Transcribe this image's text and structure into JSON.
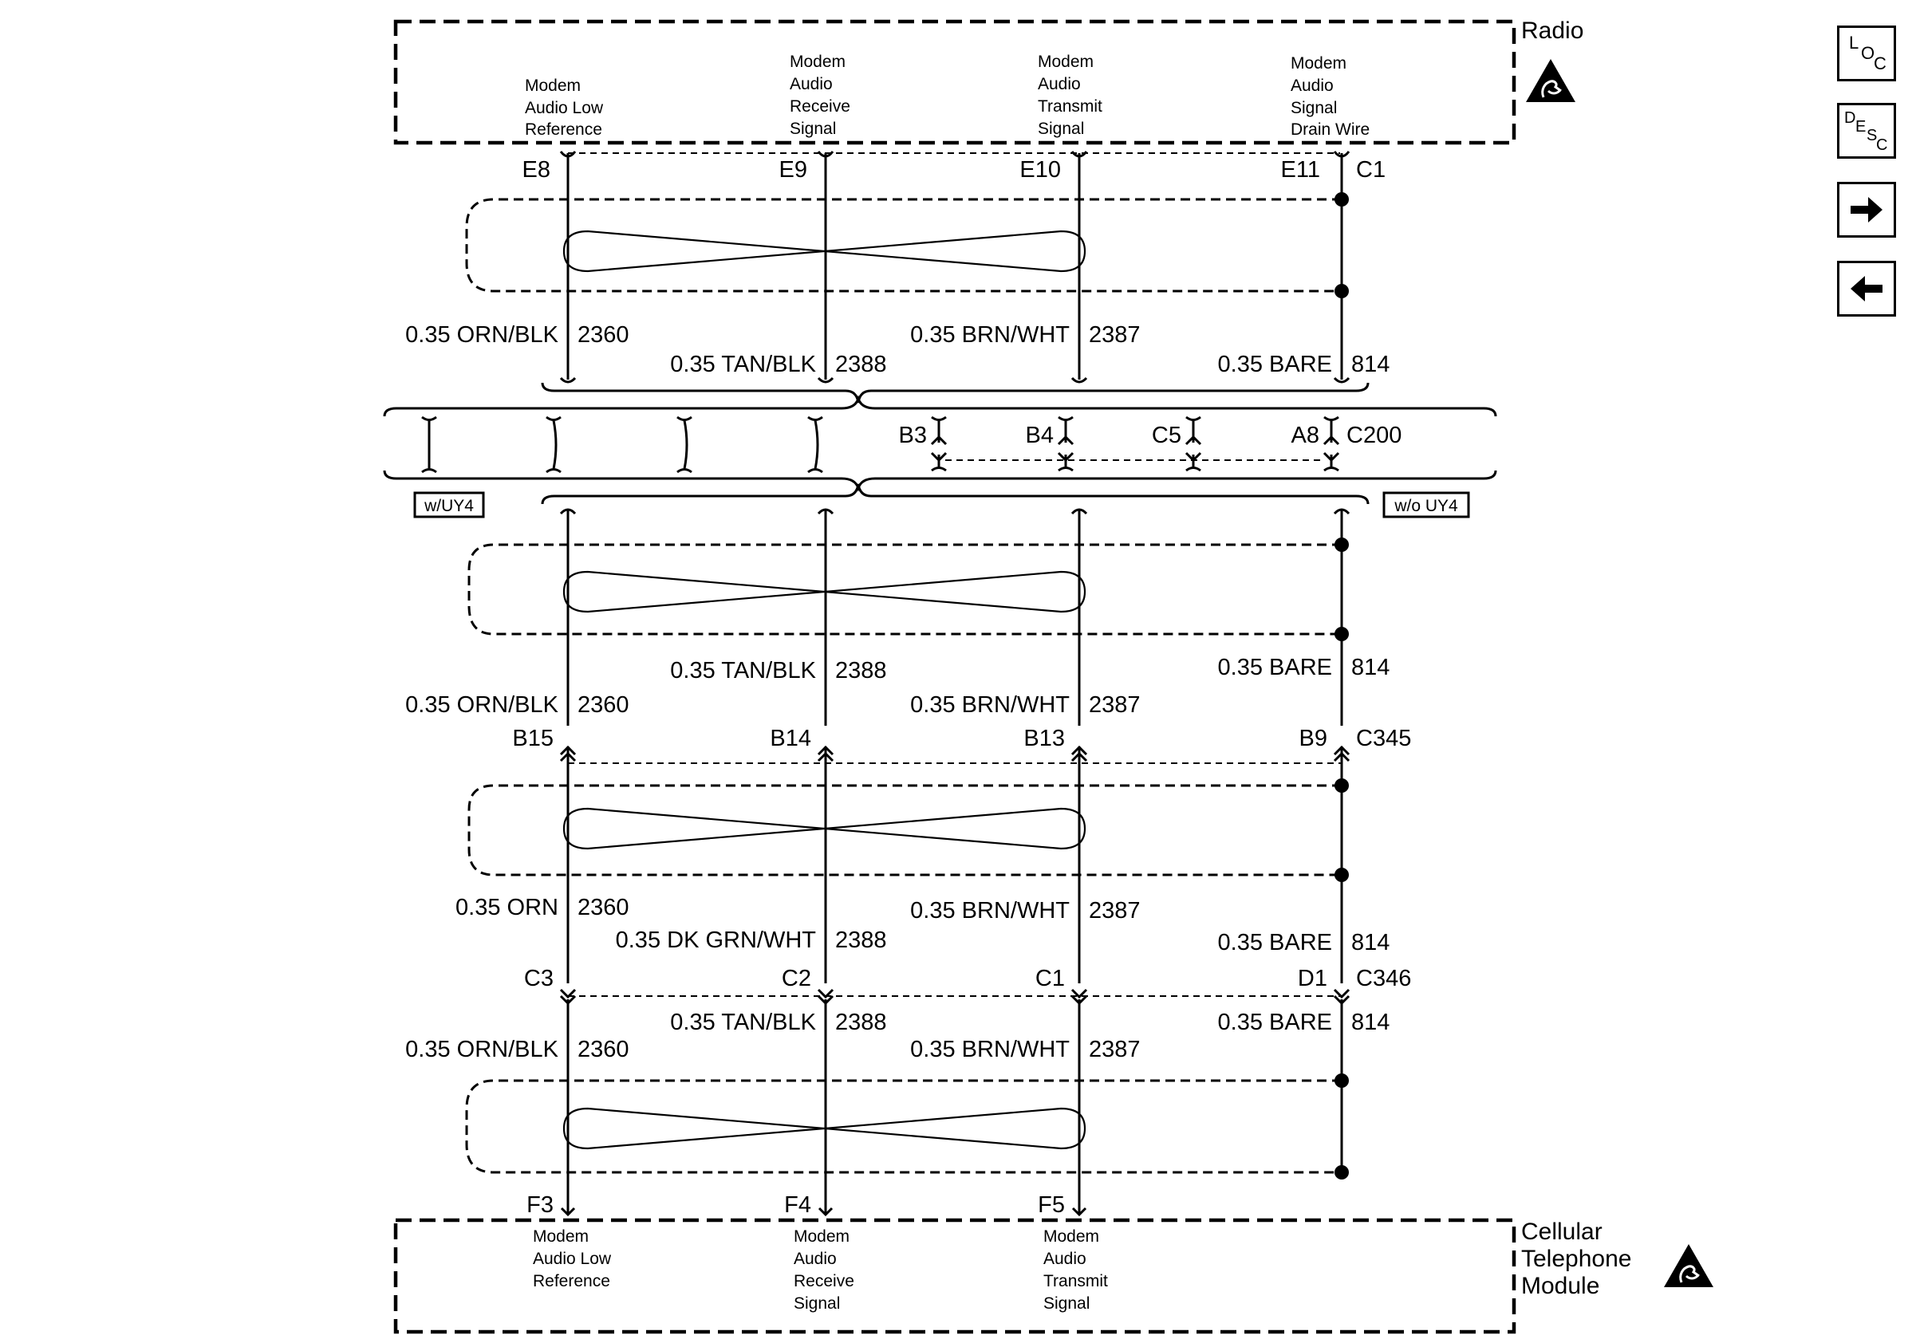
{
  "radio": {
    "name": "Radio",
    "connector": "C1",
    "terminals": [
      {
        "pin": "E8",
        "desc": [
          "Modem",
          "Audio Low",
          "Reference"
        ]
      },
      {
        "pin": "E9",
        "desc": [
          "Modem",
          "Audio",
          "Receive",
          "Signal"
        ]
      },
      {
        "pin": "E10",
        "desc": [
          "Modem",
          "Audio",
          "Transmit",
          "Signal"
        ]
      },
      {
        "pin": "E11",
        "desc": [
          "Modem",
          "Audio",
          "Signal",
          "Drain Wire"
        ]
      }
    ]
  },
  "harness_1": {
    "wires": [
      {
        "spec": "0.35 ORN/BLK",
        "circuit": "2360"
      },
      {
        "spec": "0.35 TAN/BLK",
        "circuit": "2388"
      },
      {
        "spec": "0.35 BRN/WHT",
        "circuit": "2387"
      },
      {
        "spec": "0.35 BARE",
        "circuit": "814"
      }
    ]
  },
  "c200": {
    "connector": "C200",
    "pins": [
      "B3",
      "B4",
      "C5",
      "A8"
    ],
    "option_with": "w/UY4",
    "option_without": "w/o UY4"
  },
  "harness_2": {
    "wires": [
      {
        "spec": "0.35 ORN/BLK",
        "circuit": "2360"
      },
      {
        "spec": "0.35 TAN/BLK",
        "circuit": "2388"
      },
      {
        "spec": "0.35 BRN/WHT",
        "circuit": "2387"
      },
      {
        "spec": "0.35 BARE",
        "circuit": "814"
      }
    ]
  },
  "c345": {
    "connector": "C345",
    "pins": [
      "B15",
      "B14",
      "B13",
      "B9"
    ]
  },
  "harness_3": {
    "wires": [
      {
        "spec": "0.35 ORN",
        "circuit": "2360"
      },
      {
        "spec": "0.35 DK GRN/WHT",
        "circuit": "2388"
      },
      {
        "spec": "0.35 BRN/WHT",
        "circuit": "2387"
      },
      {
        "spec": "0.35 BARE",
        "circuit": "814"
      }
    ]
  },
  "c346": {
    "connector": "C346",
    "pins": [
      "C3",
      "C2",
      "C1",
      "D1"
    ]
  },
  "harness_4": {
    "wires": [
      {
        "spec": "0.35 ORN/BLK",
        "circuit": "2360"
      },
      {
        "spec": "0.35 TAN/BLK",
        "circuit": "2388"
      },
      {
        "spec": "0.35 BRN/WHT",
        "circuit": "2387"
      },
      {
        "spec": "0.35 BARE",
        "circuit": "814"
      }
    ]
  },
  "module": {
    "name": [
      "Cellular",
      "Telephone",
      "Module"
    ],
    "terminals": [
      {
        "pin": "F3",
        "desc": [
          "Modem",
          "Audio Low",
          "Reference"
        ]
      },
      {
        "pin": "F4",
        "desc": [
          "Modem",
          "Audio",
          "Receive",
          "Signal"
        ]
      },
      {
        "pin": "F5",
        "desc": [
          "Modem",
          "Audio",
          "Transmit",
          "Signal"
        ]
      }
    ]
  },
  "icons": {
    "esd": "esd-warning-icon",
    "loc": "loc-icon",
    "desc": "desc-icon",
    "next": "arrow-right-icon",
    "prev": "arrow-left-icon"
  },
  "nav": {
    "loc": {
      "l1": "L",
      "l2": "O",
      "l3": "C"
    },
    "desc": {
      "l1": "D",
      "l2": "E",
      "l3": "S",
      "l4": "C"
    }
  }
}
